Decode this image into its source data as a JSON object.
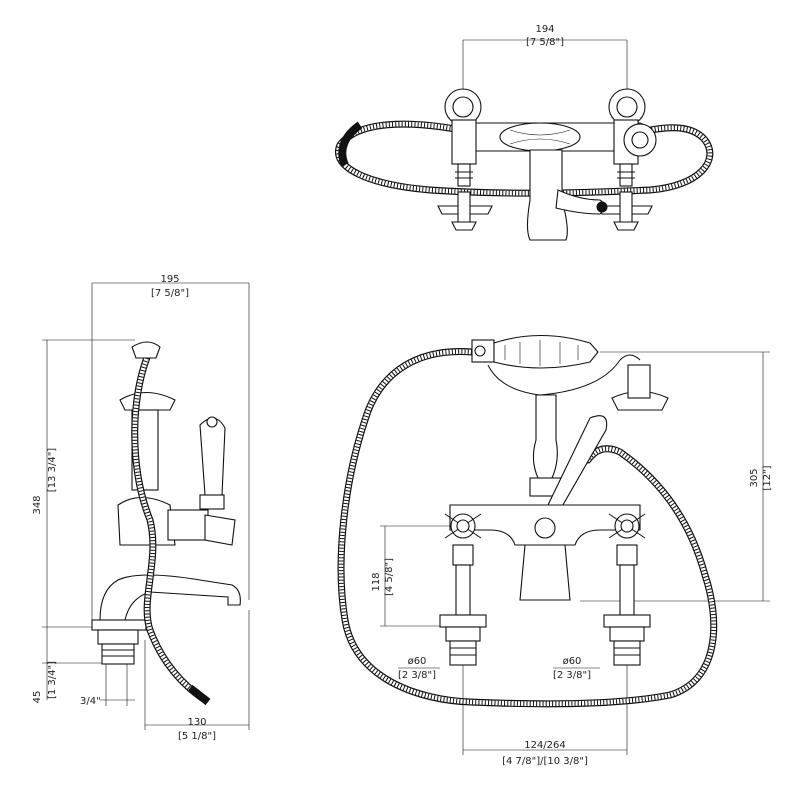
{
  "top_view": {
    "width_mm": "194",
    "width_in": "[7 5/8\"]"
  },
  "side_view": {
    "width_mm": "195",
    "width_in": "[7 5/8\"]",
    "height_mm": "348",
    "height_in": "[13 3/4\"]",
    "base_mm": "45",
    "base_in": "[1 3/4\"]",
    "thread": "3/4\"",
    "spout_mm": "130",
    "spout_in": "[5 1/8\"]"
  },
  "front_view": {
    "height_mm": "305",
    "height_in": "[12\"]",
    "inlet_height_mm": "118",
    "inlet_height_in": "[4 5/8\"]",
    "left_dia_mm": "ø60",
    "left_dia_in": "[2 3/8\"]",
    "right_dia_mm": "ø60",
    "right_dia_in": "[2 3/8\"]",
    "centers_mm": "124/264",
    "centers_in": "[4 7/8\"]/[10 3/8\"]"
  }
}
